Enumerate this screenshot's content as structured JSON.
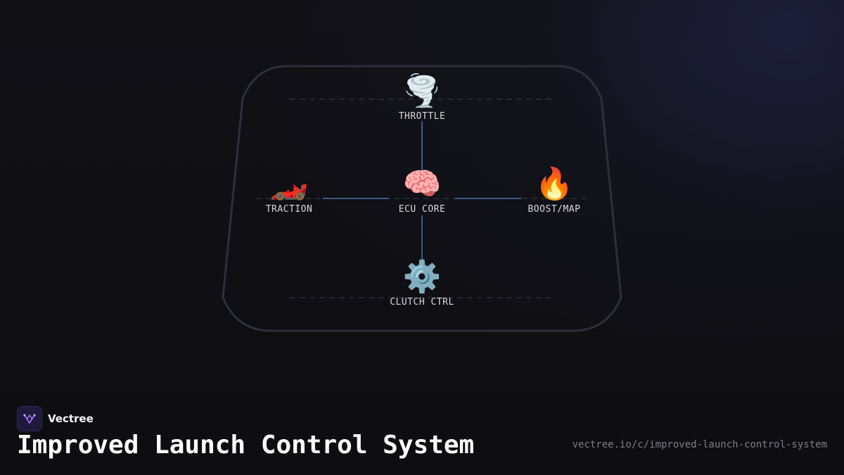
{
  "diagram": {
    "nodes": {
      "throttle": {
        "label": "THROTTLE",
        "icon": "tornado-icon",
        "glyph": "🌪️"
      },
      "traction": {
        "label": "TRACTION",
        "icon": "race-car-icon",
        "glyph": "🏎️"
      },
      "ecu": {
        "label": "ECU CORE",
        "icon": "brain-icon",
        "glyph": "🧠"
      },
      "boost": {
        "label": "BOOST/MAP",
        "icon": "fire-icon",
        "glyph": "🔥"
      },
      "clutch": {
        "label": "CLUTCH CTRL",
        "icon": "gear-icon",
        "glyph": "⚙️"
      }
    },
    "connections": [
      [
        "throttle",
        "ecu"
      ],
      [
        "traction",
        "ecu"
      ],
      [
        "ecu",
        "boost"
      ],
      [
        "ecu",
        "clutch"
      ]
    ],
    "colors": {
      "connector": "#3f5a8a",
      "outline": "#2c3038",
      "dashed": "#3a3d45"
    }
  },
  "footer": {
    "brand_name": "Vectree",
    "title": "Improved Launch Control System",
    "url": "vectree.io/c/improved-launch-control-system",
    "logo_color": "#9b6bff"
  }
}
